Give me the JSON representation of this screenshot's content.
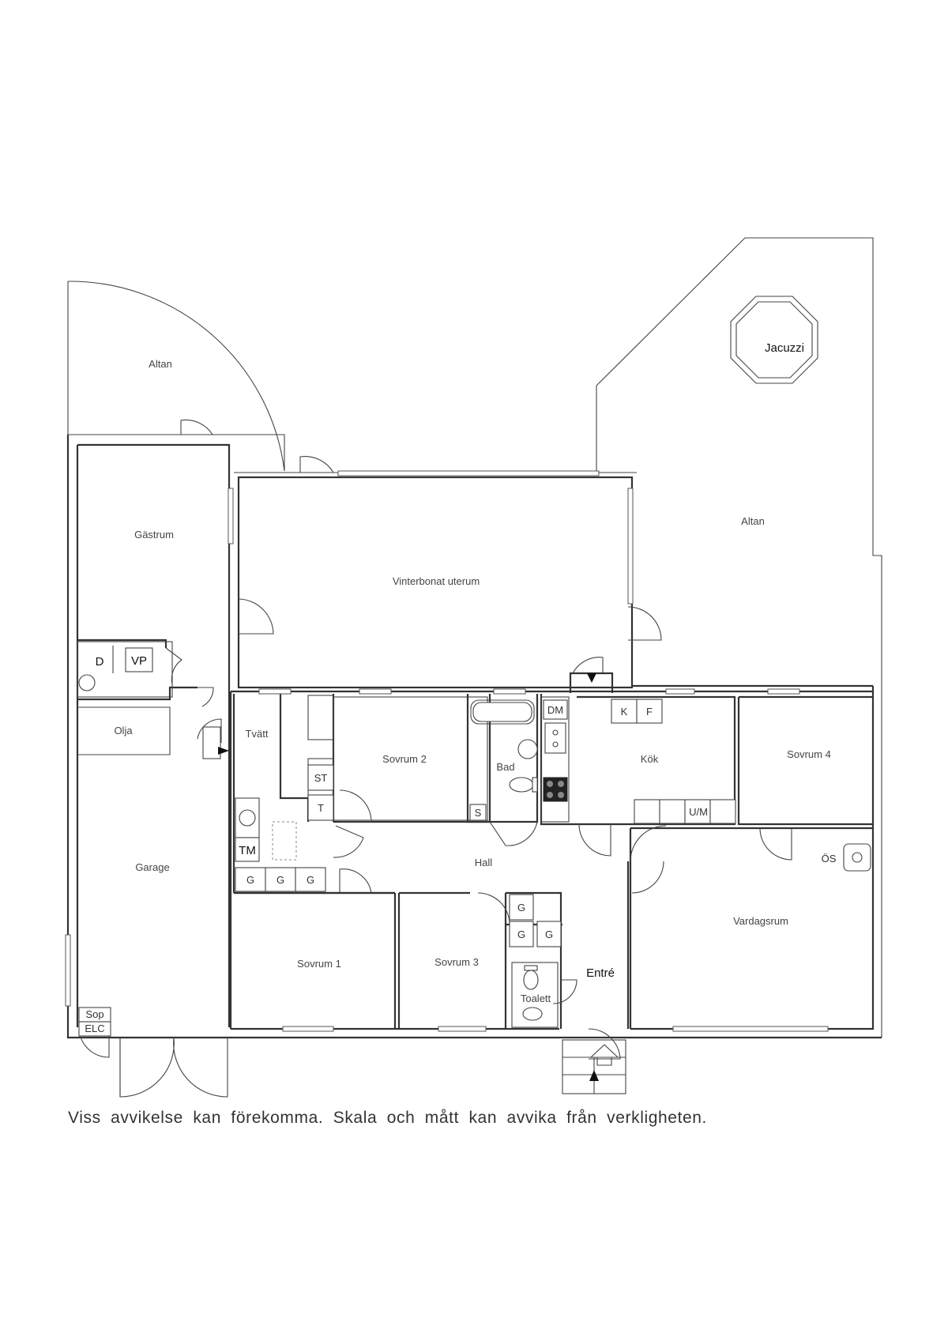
{
  "rooms": {
    "altan_left": "Altan",
    "altan_right": "Altan",
    "jacuzzi": "Jacuzzi",
    "gastrum": "Gästrum",
    "vinterbonat": "Vinterbonat uterum",
    "olja": "Olja",
    "garage": "Garage",
    "tvatt": "Tvätt",
    "sovrum2": "Sovrum 2",
    "bad": "Bad",
    "kok": "Kök",
    "sovrum4": "Sovrum 4",
    "hall": "Hall",
    "sovrum1": "Sovrum 1",
    "sovrum3": "Sovrum 3",
    "entre": "Entré",
    "toalett": "Toalett",
    "vardagsrum": "Vardagsrum"
  },
  "fixtures": {
    "d": "D",
    "vp": "VP",
    "st": "ST",
    "t": "T",
    "tm": "TM",
    "s": "S",
    "dm": "DM",
    "k": "K",
    "f": "F",
    "um": "U/M",
    "os": "ÖS",
    "g": "G",
    "sop": "Sop",
    "elc": "ELC"
  },
  "disclaimer": "Viss avvikelse kan förekomma. Skala och mått kan avvika från verkligheten."
}
